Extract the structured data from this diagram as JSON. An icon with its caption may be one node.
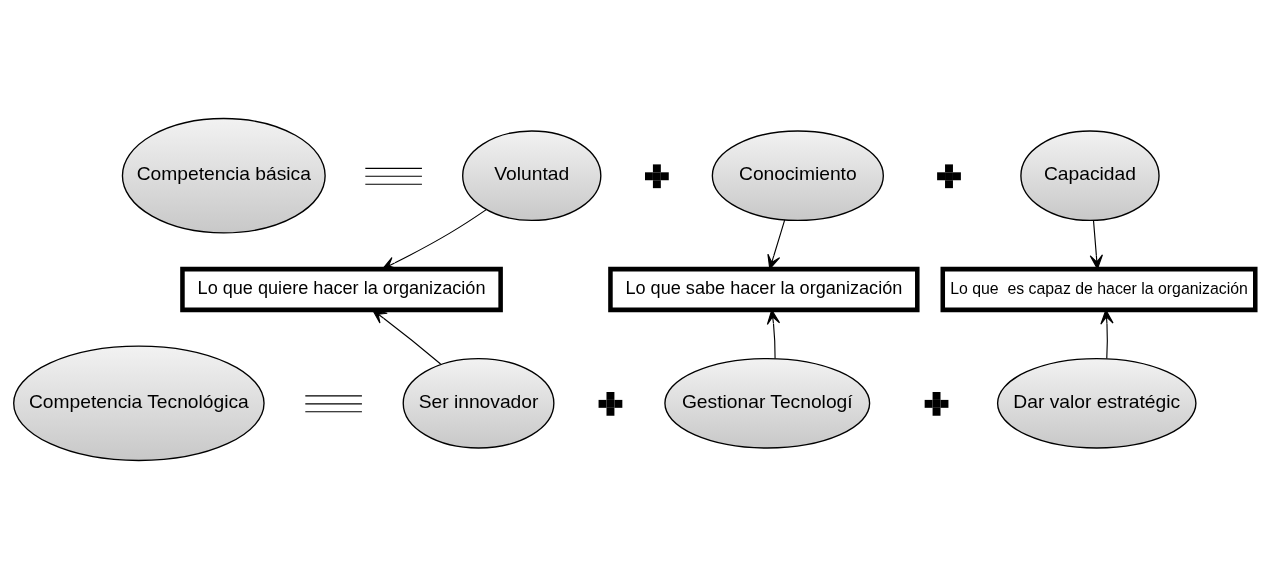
{
  "diagram": {
    "nodes": [
      {
        "text": [
          "Competencia básica"
        ]
      },
      {
        "text": [
          "Voluntad"
        ]
      },
      {
        "text": [
          "Conocimiento"
        ]
      },
      {
        "text": [
          "Capacidad"
        ]
      },
      {
        "text": [
          "Lo que quiere hacer la organización"
        ]
      },
      {
        "text": [
          "Lo que sabe hacer la organización"
        ]
      },
      {
        "text": [
          "Lo que  es capaz de hacer la organización"
        ]
      },
      {
        "text": [
          "Competencia Tecnológica"
        ]
      },
      {
        "text": [
          "Ser innovador"
        ]
      },
      {
        "text": [
          "Gestionar Tecnologí"
        ]
      },
      {
        "text": [
          "Dar valor estratégic"
        ]
      }
    ],
    "edges": [
      {
        "from": 1,
        "to": 4,
        "arrow": "to"
      },
      {
        "from": 2,
        "to": 5,
        "arrow": "to"
      },
      {
        "from": 3,
        "to": 6,
        "arrow": "to"
      },
      {
        "from": 8,
        "to": 4,
        "arrow": "to"
      },
      {
        "from": 9,
        "to": 5,
        "arrow": "to"
      },
      {
        "from": 10,
        "to": 6,
        "arrow": "to"
      }
    ]
  }
}
